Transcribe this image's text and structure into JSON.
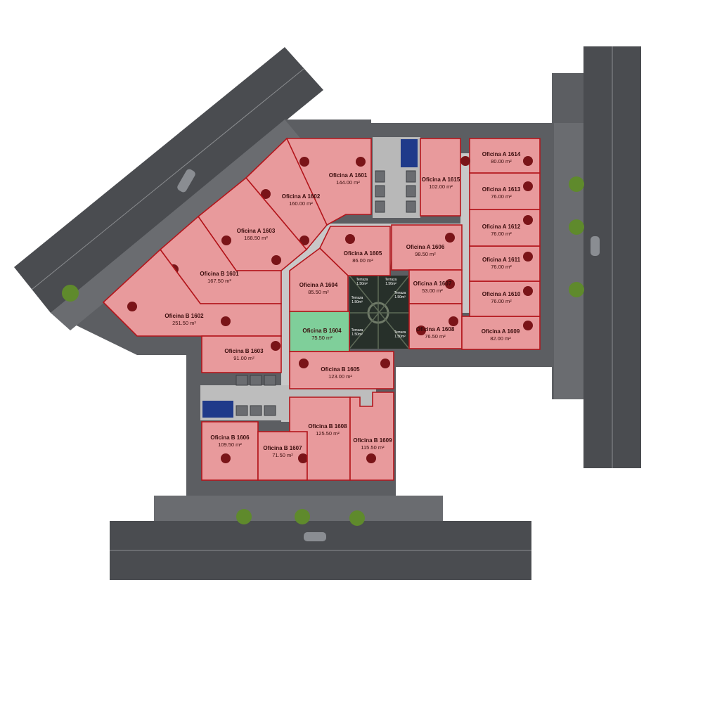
{
  "colors": {
    "road": "#4a4c50",
    "sidewalk": "#6a6c70",
    "lane_line": "#8a8c8f",
    "unit_fill": "#e89a9c",
    "unit_stroke": "#b3161c",
    "available_fill": "#7fcf9a",
    "marker": "#7a1418",
    "corridor": "#c8c8c8",
    "courtyard": "#27302a",
    "tree": "#5f8a2c"
  },
  "units": [
    {
      "id": "a1601",
      "name": "Oficina A 1601",
      "area": "144.00 m²",
      "status": "occupied"
    },
    {
      "id": "a1602",
      "name": "Oficina A 1602",
      "area": "160.00 m²",
      "status": "occupied"
    },
    {
      "id": "a1603",
      "name": "Oficina A 1603",
      "area": "168.50 m²",
      "status": "occupied"
    },
    {
      "id": "a1604",
      "name": "Oficina A 1604",
      "area": "85.50 m²",
      "status": "occupied"
    },
    {
      "id": "a1605",
      "name": "Oficina A 1605",
      "area": "86.00 m²",
      "status": "occupied"
    },
    {
      "id": "a1606",
      "name": "Oficina A 1606",
      "area": "98.50 m²",
      "status": "occupied"
    },
    {
      "id": "a1607",
      "name": "Oficina A 1607",
      "area": "53.00 m²",
      "status": "occupied"
    },
    {
      "id": "a1608",
      "name": "Oficina A 1608",
      "area": "76.50 m²",
      "status": "occupied"
    },
    {
      "id": "a1609",
      "name": "Oficina A 1609",
      "area": "82.00 m²",
      "status": "occupied"
    },
    {
      "id": "a1610",
      "name": "Oficina A 1610",
      "area": "76.00 m²",
      "status": "occupied"
    },
    {
      "id": "a1611",
      "name": "Oficina A 1611",
      "area": "76.00 m²",
      "status": "occupied"
    },
    {
      "id": "a1612",
      "name": "Oficina A 1612",
      "area": "76.00 m²",
      "status": "occupied"
    },
    {
      "id": "a1613",
      "name": "Oficina A 1613",
      "area": "76.00 m²",
      "status": "occupied"
    },
    {
      "id": "a1614",
      "name": "Oficina A 1614",
      "area": "80.00 m²",
      "status": "occupied"
    },
    {
      "id": "a1615",
      "name": "Oficina A 1615",
      "area": "102.00 m²",
      "status": "occupied"
    },
    {
      "id": "b1601",
      "name": "Oficina B 1601",
      "area": "167.50 m²",
      "status": "occupied"
    },
    {
      "id": "b1602",
      "name": "Oficina B 1602",
      "area": "251.50 m²",
      "status": "occupied"
    },
    {
      "id": "b1603",
      "name": "Oficina B 1603",
      "area": "91.00 m²",
      "status": "occupied"
    },
    {
      "id": "b1604",
      "name": "Oficina B 1604",
      "area": "75.50 m²",
      "status": "available"
    },
    {
      "id": "b1605",
      "name": "Oficina B 1605",
      "area": "123.00 m²",
      "status": "occupied"
    },
    {
      "id": "b1606",
      "name": "Oficina B 1606",
      "area": "109.50 m²",
      "status": "occupied"
    },
    {
      "id": "b1607",
      "name": "Oficina B 1607",
      "area": "71.50 m²",
      "status": "occupied"
    },
    {
      "id": "b1608",
      "name": "Oficina B 1608",
      "area": "125.50 m²",
      "status": "occupied"
    },
    {
      "id": "b1609",
      "name": "Oficina B 1609",
      "area": "115.50 m²",
      "status": "occupied"
    }
  ],
  "terraces": [
    {
      "name": "Terraza",
      "area": "1.50m²"
    },
    {
      "name": "Terraza",
      "area": "1.50m²"
    },
    {
      "name": "Terraza",
      "area": "1.50m²"
    },
    {
      "name": "Terraza",
      "area": "1.50m²"
    },
    {
      "name": "Terraza",
      "area": "1.50m²"
    },
    {
      "name": "Terraza",
      "area": "1.50m²"
    }
  ]
}
